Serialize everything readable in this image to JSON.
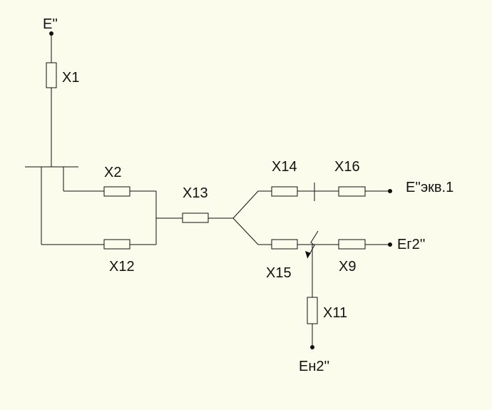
{
  "diagram": {
    "sources": {
      "e_top": "E''",
      "e_eq1": "E''экв.1",
      "eg2": "Ег2''",
      "en2": "Ен2''"
    },
    "elements": {
      "x1": "X1",
      "x2": "X2",
      "x12": "X12",
      "x13": "X13",
      "x14": "X14",
      "x16": "X16",
      "x15": "X15",
      "x9": "X9",
      "x11": "X11"
    },
    "colors": {
      "background": "#fcfcec",
      "line": "#111111"
    }
  }
}
